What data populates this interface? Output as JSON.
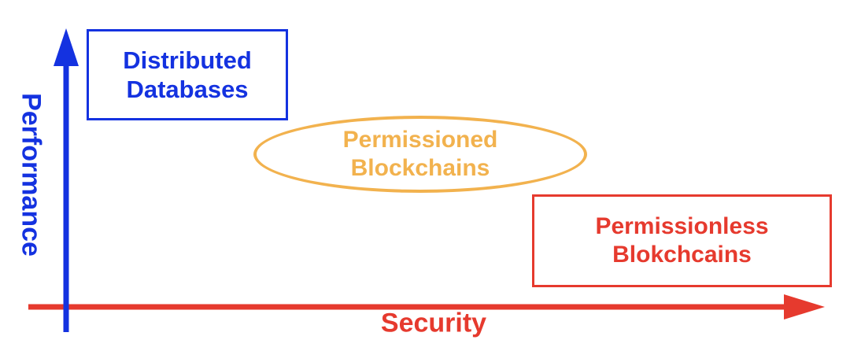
{
  "diagram": {
    "axes": {
      "y_label": "Performance",
      "x_label": "Security"
    },
    "nodes": {
      "distributed_databases": {
        "line1": "Distributed",
        "line2": "Databases"
      },
      "permissioned_blockchains": {
        "line1": "Permissioned",
        "line2": "Blockchains"
      },
      "permissionless_blockchains": {
        "line1": "Permissionless",
        "line2": "Blokchcains"
      }
    }
  },
  "colors": {
    "performance_blue": "#1432e0",
    "permissioned_orange": "#f2b24e",
    "security_red": "#e63a2e"
  }
}
